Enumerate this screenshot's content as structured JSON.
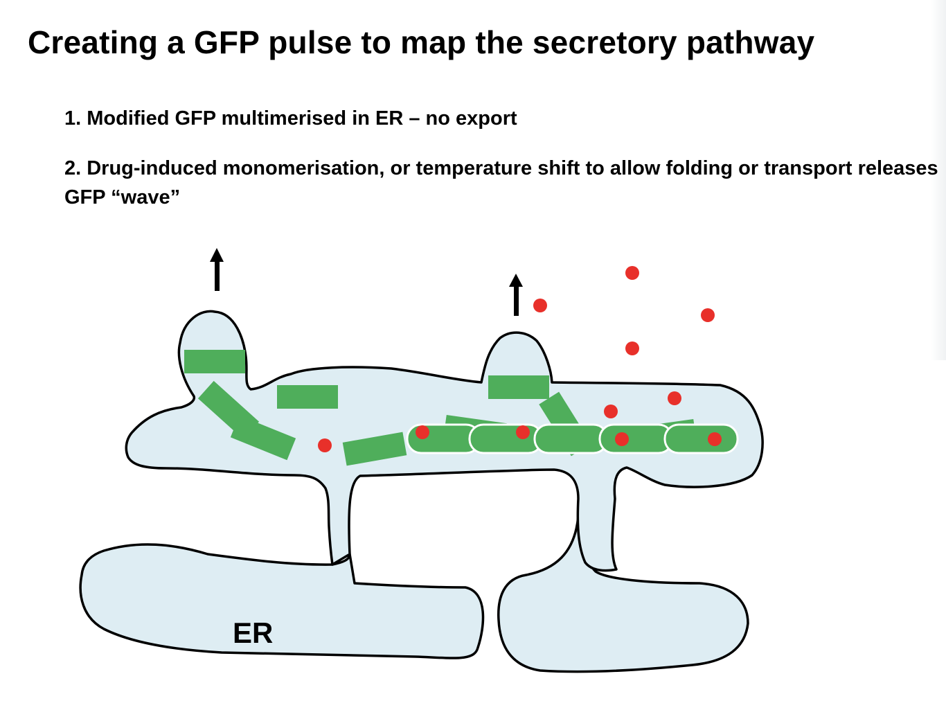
{
  "slide": {
    "title": "Creating a GFP pulse to map the secretory pathway",
    "bullets": [
      "1. Modified GFP multimerised in ER – no export",
      "2. Drug-induced monomerisation, or temperature shift to allow folding or transport releases GFP “wave”"
    ]
  },
  "diagram": {
    "er_label": "ER",
    "colors": {
      "er_fill": "#deedf3",
      "outline": "#000000",
      "gfp_green": "#4fae5b",
      "cargo_red": "#e8302a",
      "arrow": "#000000"
    }
  }
}
